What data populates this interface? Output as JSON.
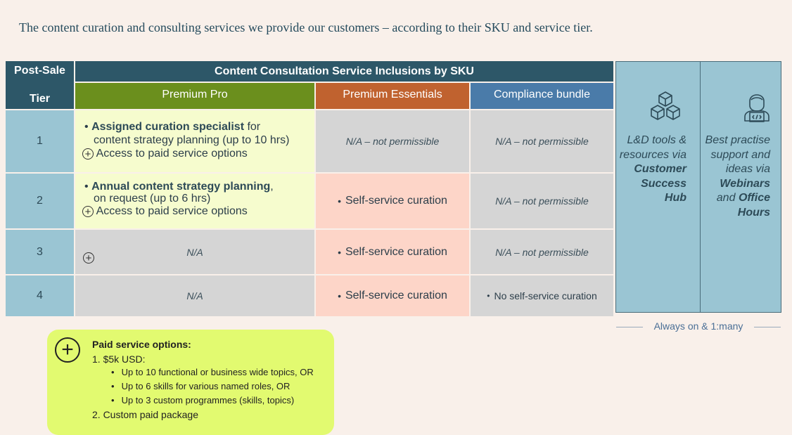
{
  "intro": "The content curation and consulting services we provide our customers – according to their SKU and service tier.",
  "table": {
    "tier_header_line1": "Post-Sale",
    "tier_header_line2": "Tier",
    "main_header": "Content Consultation Service Inclusions by SKU",
    "sku_headers": [
      "Premium Pro",
      "Premium Essentials",
      "Compliance bundle"
    ],
    "rows": [
      {
        "tier": "1",
        "premium_pro": {
          "bold": "Assigned curation specialist",
          "rest": " for",
          "line2": "content strategy planning (up to 10 hrs)",
          "access": "Access to paid service options"
        },
        "premium_essentials": "N/A – not permissible",
        "compliance": "N/A – not permissible"
      },
      {
        "tier": "2",
        "premium_pro": {
          "bold": "Annual content strategy planning",
          "rest": ",",
          "line2": "on request (up to 6 hrs)",
          "access": "Access to paid service options"
        },
        "premium_essentials": "Self-service curation",
        "compliance": "N/A – not permissible"
      },
      {
        "tier": "3",
        "premium_pro": "N/A",
        "premium_essentials": "Self-service curation",
        "compliance": "N/A – not permissible"
      },
      {
        "tier": "4",
        "premium_pro": "N/A",
        "premium_essentials": "Self-service curation",
        "compliance": "No self-service curation"
      }
    ],
    "bullet": "•",
    "plus_symbol": "+"
  },
  "side": {
    "left": {
      "icon": "cubes-icon",
      "italic": "L&D tools & resources via",
      "bold": "Customer Success Hub"
    },
    "right": {
      "icon": "developer-person-icon",
      "italic": "Best practise support and ideas via",
      "bold1": "Webinars",
      "mid": "and",
      "bold2": "Office Hours"
    },
    "always_on": "Always on & 1:many"
  },
  "paid_options": {
    "title": "Paid service options:",
    "item1": "1. $5k USD:",
    "subitems": [
      "Up to 10 functional or business wide topics, OR",
      "Up to 6 skills for various named roles, OR",
      "Up to 3 custom programmes (skills, topics)"
    ],
    "item2": "2. Custom paid package"
  },
  "colors": {
    "header_dark": "#2d5768",
    "tier_blue": "#9ac5d3",
    "premium_pro": "#6b8f1d",
    "premium_essentials": "#c0622f",
    "compliance": "#4a7ba9",
    "light_green": "#f6fcce",
    "peach": "#fdd5c8",
    "grey": "#d5d5d5",
    "lime": "#e2fa70"
  }
}
